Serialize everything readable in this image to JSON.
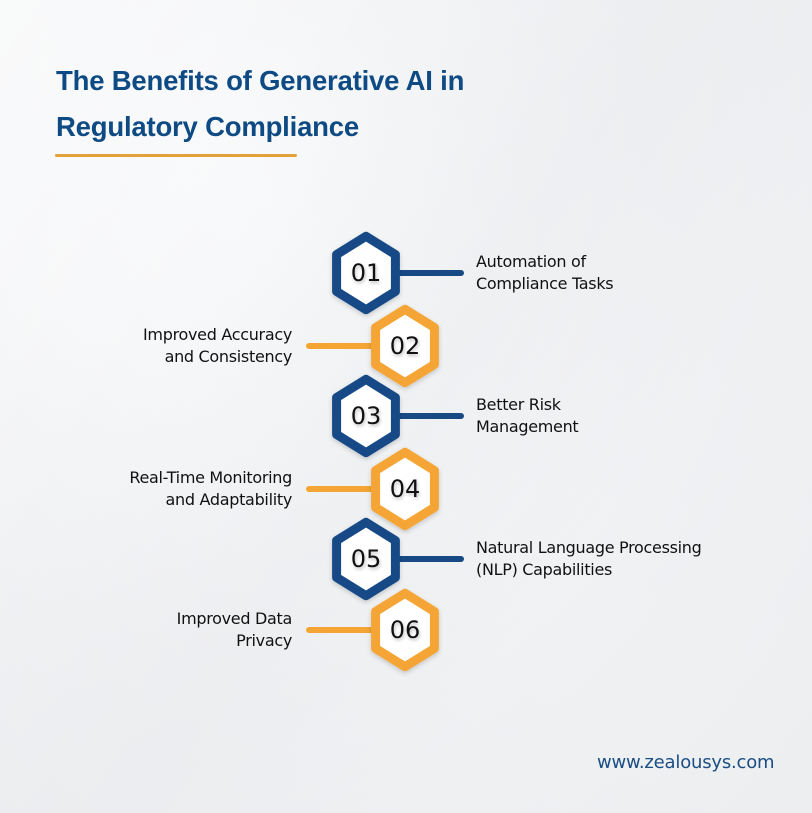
{
  "header": {
    "title_lines": [
      "The Benefits of Generative AI in",
      "Regulatory Compliance"
    ]
  },
  "colors": {
    "title": "#0e4a83",
    "accent_rule": "#e3a13b",
    "blue": "#174a85",
    "orange": "#f4a534"
  },
  "steps": [
    {
      "number": "01",
      "side": "right",
      "color": "blue",
      "lines": [
        "Automation of",
        "Compliance Tasks"
      ]
    },
    {
      "number": "02",
      "side": "left",
      "color": "orange",
      "lines": [
        "Improved Accuracy",
        "and Consistency"
      ]
    },
    {
      "number": "03",
      "side": "right",
      "color": "blue",
      "lines": [
        "Better Risk",
        "Management"
      ]
    },
    {
      "number": "04",
      "side": "left",
      "color": "orange",
      "lines": [
        "Real-Time Monitoring",
        "and Adaptability"
      ]
    },
    {
      "number": "05",
      "side": "right",
      "color": "blue",
      "lines": [
        "Natural Language Processing",
        "(NLP) Capabilities"
      ]
    },
    {
      "number": "06",
      "side": "left",
      "color": "orange",
      "lines": [
        "Improved Data",
        "Privacy"
      ]
    }
  ],
  "footer": {
    "website": "www.zealousys.com"
  }
}
